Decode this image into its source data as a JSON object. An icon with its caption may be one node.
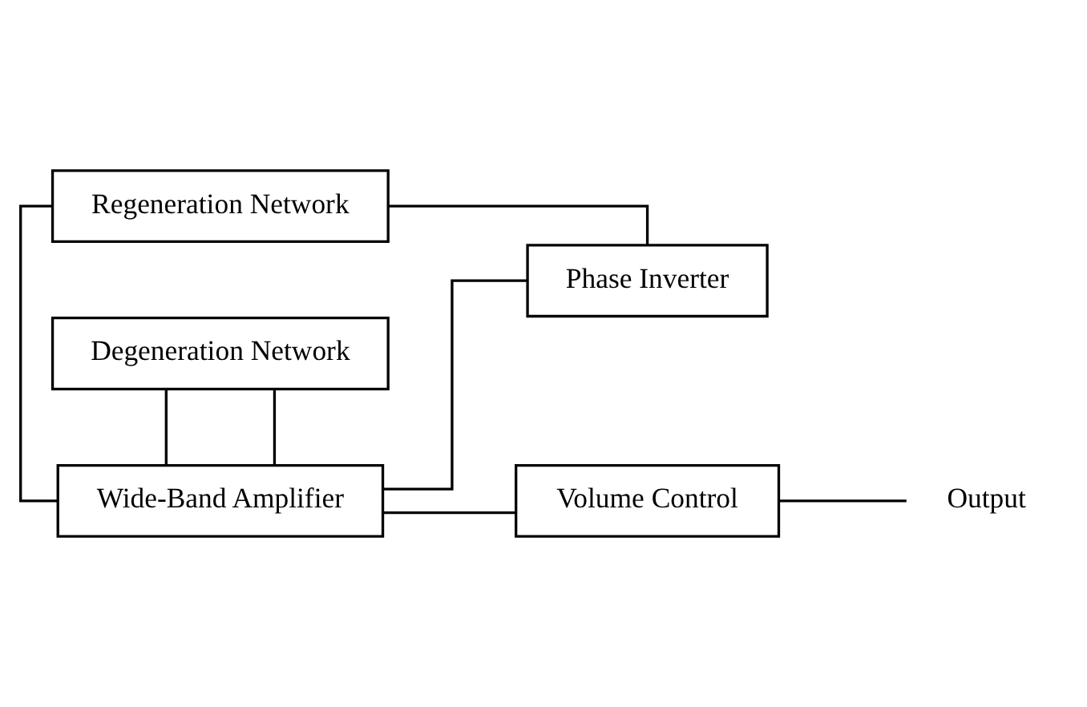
{
  "diagram": {
    "nodes": [
      {
        "text": [
          "Wide-Band Amplifier"
        ]
      },
      {
        "text": [
          "Phase Inverter"
        ]
      },
      {
        "text": [
          "Degeneration Network"
        ]
      },
      {
        "text": [
          "Volume Control"
        ]
      },
      {
        "text": [
          "Regeneration Network"
        ]
      },
      {
        "text": [
          "Output"
        ]
      }
    ],
    "edges": [
      {
        "from": 0,
        "to": 1,
        "arrow": "none"
      },
      {
        "from": 0,
        "to": 2,
        "arrow": "none"
      },
      {
        "from": 0,
        "to": 3,
        "arrow": "none"
      },
      {
        "from": 1,
        "to": 4,
        "arrow": "none"
      },
      {
        "from": 2,
        "to": 0,
        "arrow": "none"
      },
      {
        "from": 4,
        "to": 0,
        "arrow": "none"
      },
      {
        "from": 3,
        "to": 5,
        "arrow": "none"
      }
    ]
  }
}
